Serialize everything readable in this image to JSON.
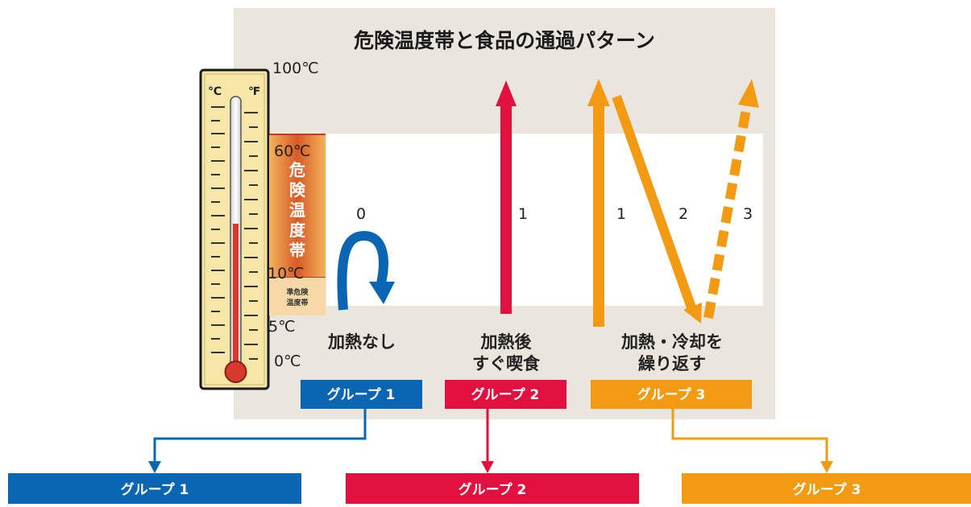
{
  "title": "危険温度帯と食品の通過パターン",
  "thermometer": {
    "unit_c": "℃",
    "unit_f": "℉",
    "labels": {
      "t100": "100℃",
      "t60": "60℃",
      "t10": "10℃",
      "t5": "5℃",
      "t0": "0℃"
    },
    "danger_zone": [
      "危",
      "険",
      "温",
      "度",
      "帯"
    ],
    "semi_danger": [
      "準危険",
      "温度帯"
    ]
  },
  "patterns": {
    "group1": {
      "step": "0",
      "caption": [
        "加熱なし"
      ]
    },
    "group2": {
      "step": "1",
      "caption": [
        "加熱後",
        "すぐ喫食"
      ]
    },
    "group3": {
      "steps": [
        "1",
        "2",
        "3"
      ],
      "caption": [
        "加熱・冷却を",
        "繰り返す"
      ]
    }
  },
  "groups": {
    "inner": [
      "グループ 1",
      "グループ 2",
      "グループ 3"
    ],
    "bottom": [
      "グループ 1",
      "グループ 2",
      "グループ 3"
    ]
  },
  "colors": {
    "background": "#ebe6dd",
    "group1": "#0a66b3",
    "group2": "#e0103f",
    "group3": "#f29b12",
    "thermometer": "#f6e7a6",
    "danger": "#e07a2e"
  }
}
